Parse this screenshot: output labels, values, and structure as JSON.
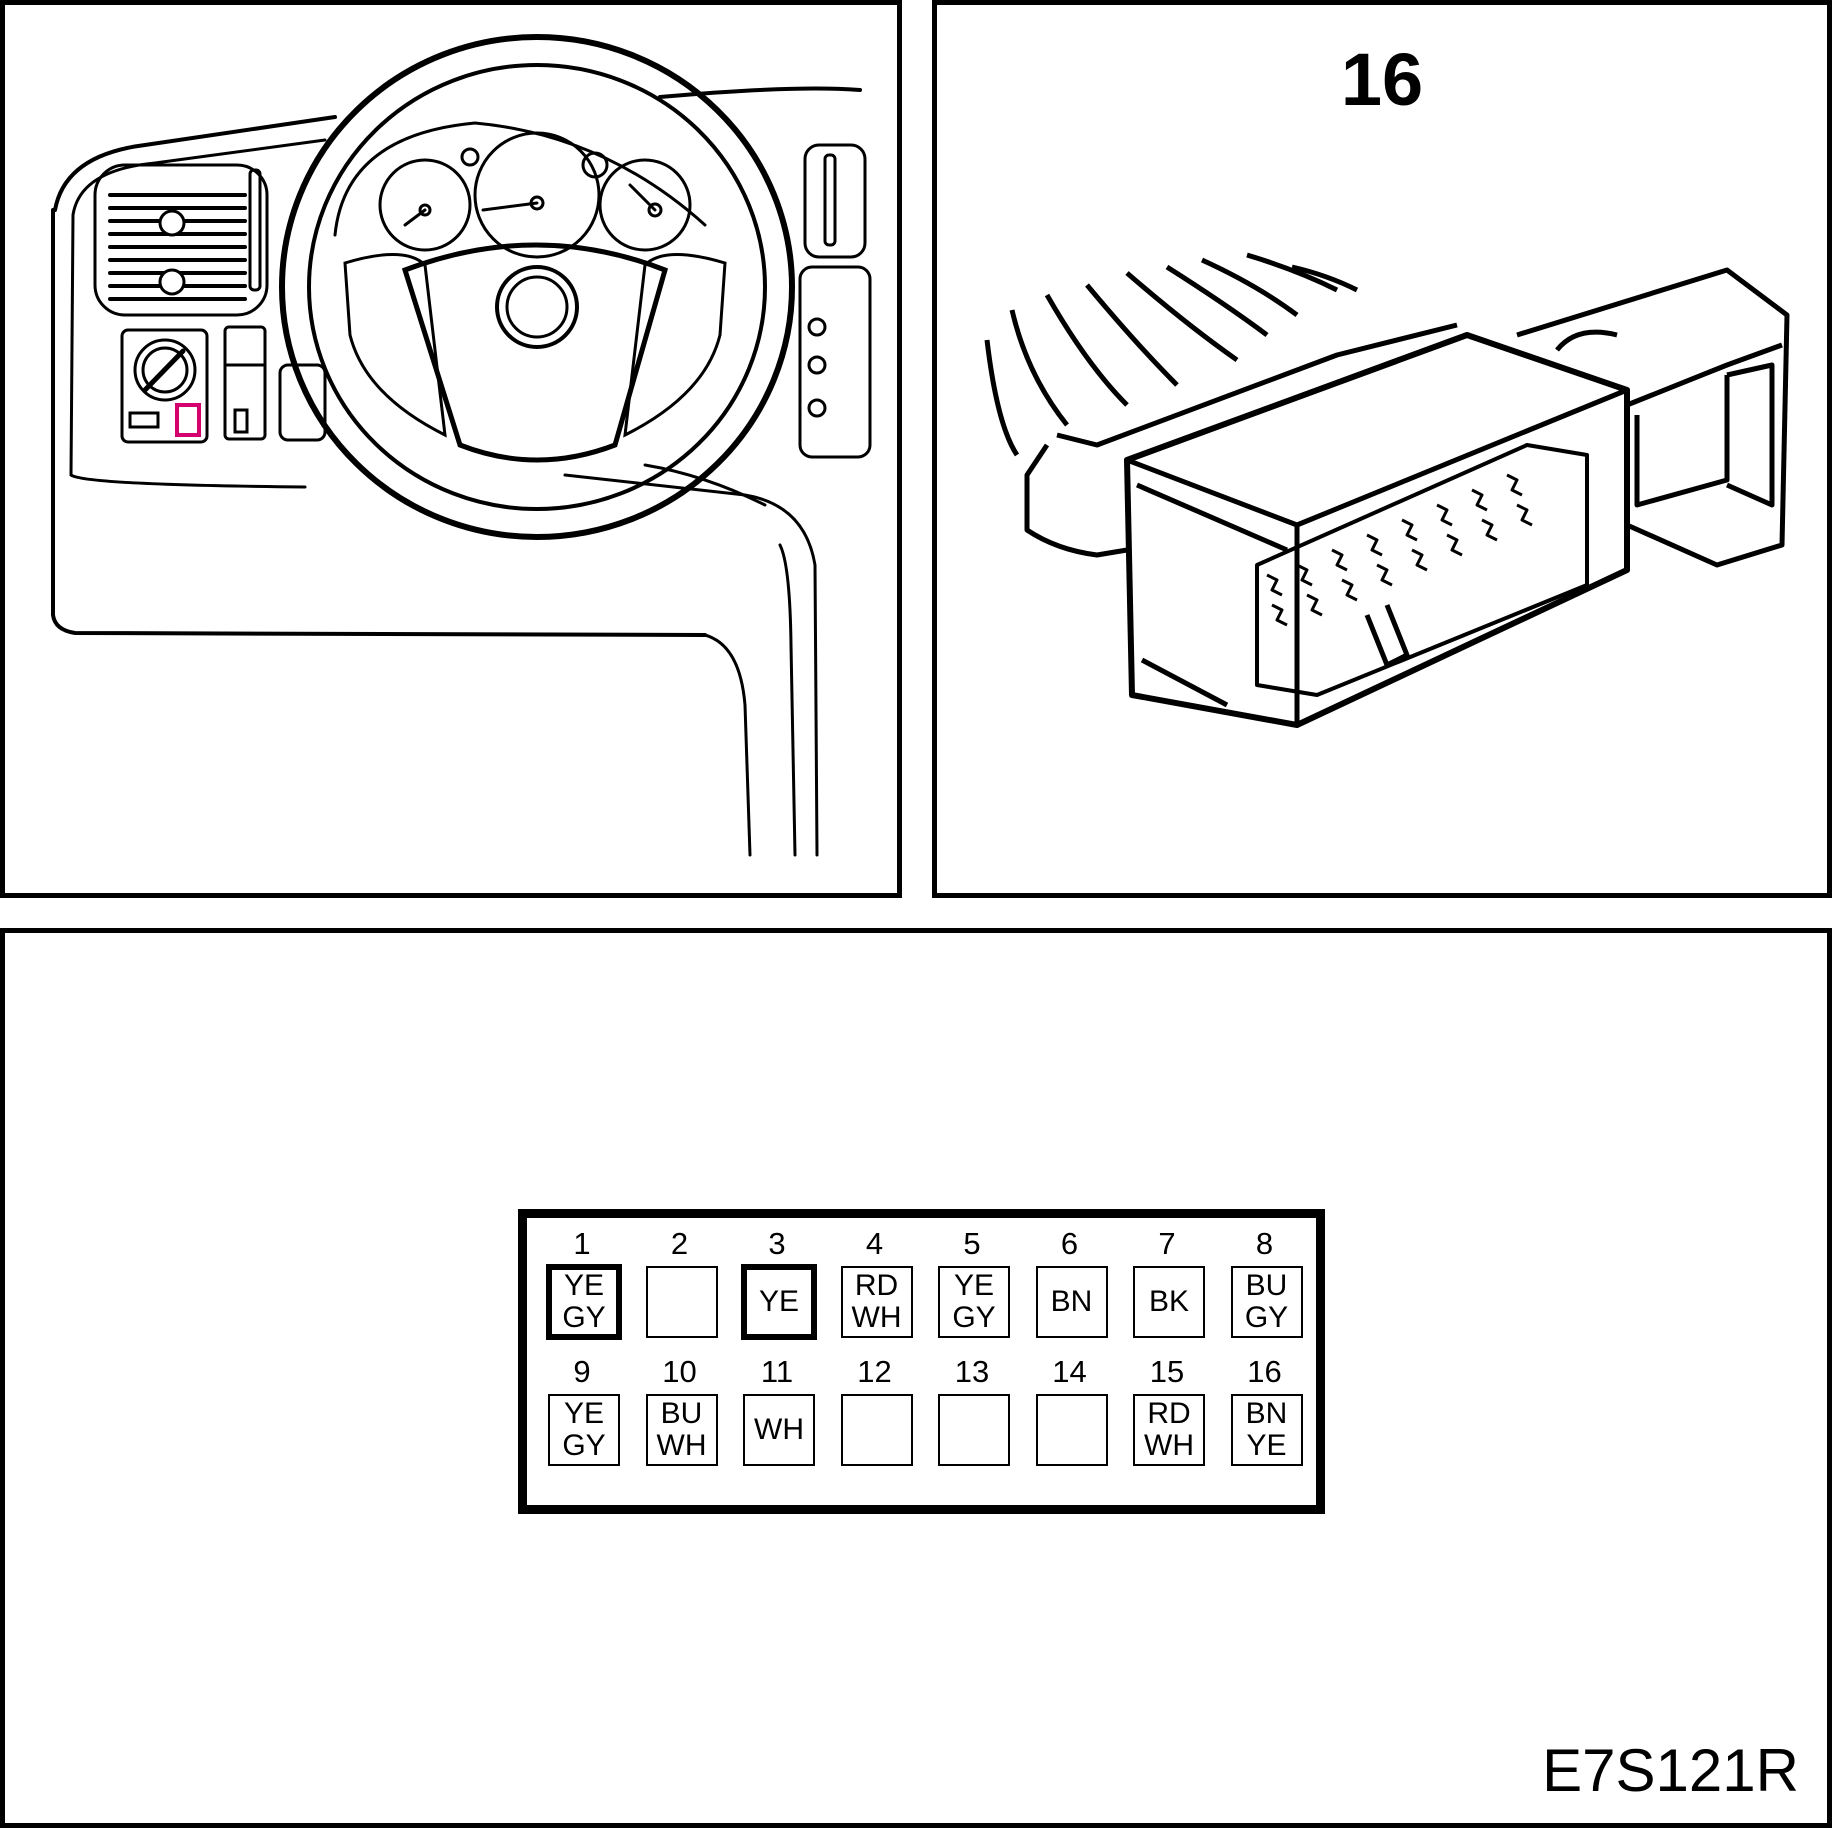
{
  "connector_label": "16",
  "figure_code": "E7S121R",
  "pins": [
    {
      "num": "1",
      "colors": [
        "YE",
        "GY"
      ],
      "highlight": true
    },
    {
      "num": "2",
      "colors": [],
      "highlight": false
    },
    {
      "num": "3",
      "colors": [
        "YE"
      ],
      "highlight": true
    },
    {
      "num": "4",
      "colors": [
        "RD",
        "WH"
      ],
      "highlight": false
    },
    {
      "num": "5",
      "colors": [
        "YE",
        "GY"
      ],
      "highlight": false
    },
    {
      "num": "6",
      "colors": [
        "BN"
      ],
      "highlight": false
    },
    {
      "num": "7",
      "colors": [
        "BK"
      ],
      "highlight": false
    },
    {
      "num": "8",
      "colors": [
        "BU",
        "GY"
      ],
      "highlight": false
    },
    {
      "num": "9",
      "colors": [
        "YE",
        "GY"
      ],
      "highlight": false
    },
    {
      "num": "10",
      "colors": [
        "BU",
        "WH"
      ],
      "highlight": false
    },
    {
      "num": "11",
      "colors": [
        "WH"
      ],
      "highlight": false
    },
    {
      "num": "12",
      "colors": [],
      "highlight": false
    },
    {
      "num": "13",
      "colors": [],
      "highlight": false
    },
    {
      "num": "14",
      "colors": [],
      "highlight": false
    },
    {
      "num": "15",
      "colors": [
        "RD",
        "WH"
      ],
      "highlight": false
    },
    {
      "num": "16",
      "colors": [
        "BN",
        "YE"
      ],
      "highlight": false
    }
  ],
  "colors": {
    "ink": "#000000",
    "location_marker": "#d4006e"
  }
}
